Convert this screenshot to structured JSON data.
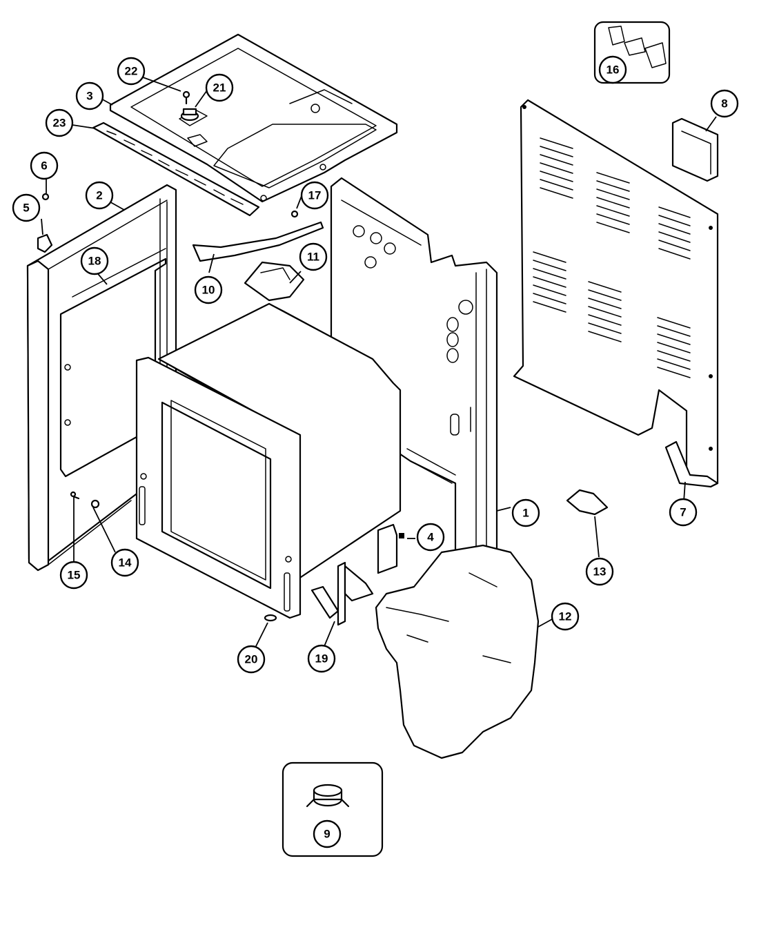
{
  "diagram": {
    "callouts": [
      "1",
      "2",
      "3",
      "4",
      "5",
      "6",
      "7",
      "8",
      "9",
      "10",
      "11",
      "12",
      "13",
      "14",
      "15",
      "16",
      "17",
      "18",
      "19",
      "20",
      "21",
      "22",
      "23"
    ]
  }
}
